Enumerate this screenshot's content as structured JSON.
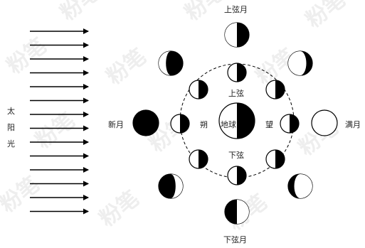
{
  "labels": {
    "sun_chars": [
      "太",
      "阳",
      "光"
    ],
    "earth": "地球",
    "new_moon": "新月",
    "full_moon": "满月",
    "first_quarter_outer": "上弦月",
    "last_quarter_outer": "下弦月",
    "first_quarter_inner": "上弦",
    "last_quarter_inner": "下弦",
    "shuo": "朔",
    "wang": "望"
  },
  "watermark": "粉笔",
  "colors": {
    "ink": "#000000",
    "paper": "#ffffff",
    "text": "#222222",
    "watermark": "#cfcfcf"
  }
}
